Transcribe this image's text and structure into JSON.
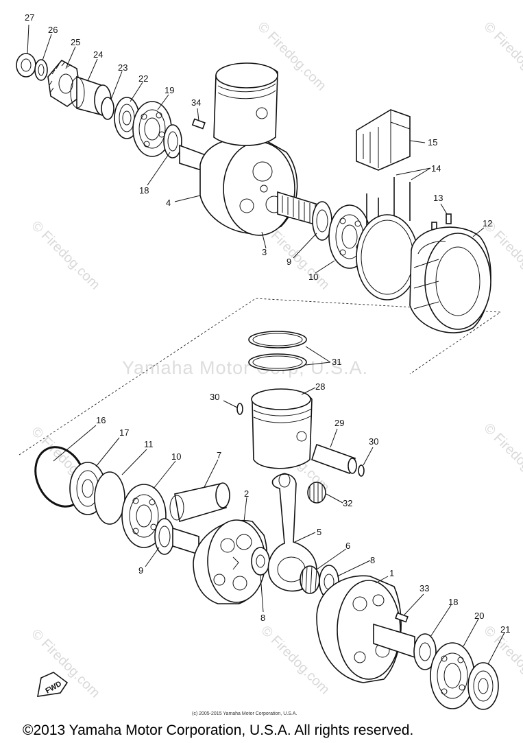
{
  "callouts": {
    "c27": "27",
    "c26": "26",
    "c25": "25",
    "c24": "24",
    "c23": "23",
    "c22": "22",
    "c19": "19",
    "c34": "34",
    "c18a": "18",
    "c4": "4",
    "c3": "3",
    "c9a": "9",
    "c10a": "10",
    "c15": "15",
    "c14": "14",
    "c13": "13",
    "c12": "12",
    "c31": "31",
    "c28": "28",
    "c30a": "30",
    "c29": "29",
    "c30b": "30",
    "c16": "16",
    "c17": "17",
    "c11": "11",
    "c10b": "10",
    "c7": "7",
    "c2": "2",
    "c32": "32",
    "c5": "5",
    "c6": "6",
    "c8a": "8",
    "c9b": "9",
    "c8b": "8",
    "c1": "1",
    "c33": "33",
    "c18b": "18",
    "c20": "20",
    "c21": "21"
  },
  "fwd_label": "FWD",
  "watermark_center": "Yamaha Motor Corp, U.S.A.",
  "watermark_tiles": [
    "© Firedog.com"
  ],
  "small_copyright": "(c) 2005-2015 Yamaha Motor Corporation, U.S.A.",
  "footer_copyright": "©2013 Yamaha Motor Corporation, U.S.A. All rights reserved."
}
